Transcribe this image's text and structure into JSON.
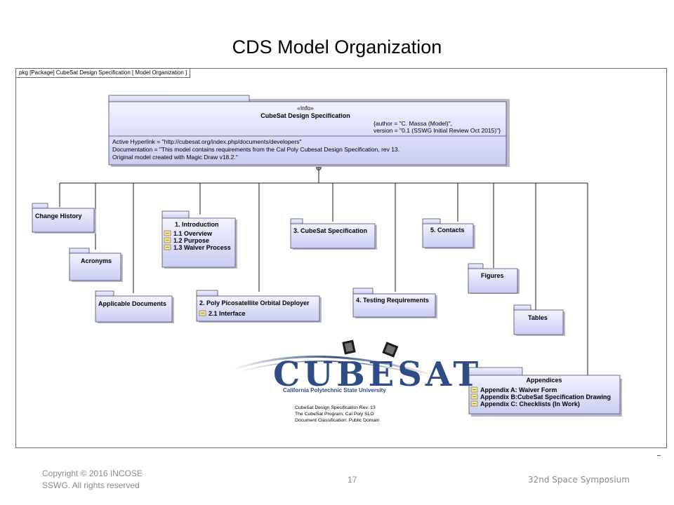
{
  "slide": {
    "title": "CDS Model Organization"
  },
  "frame": {
    "label": "pkg [Package] CubeSat Design Specification [ Model Organization ]"
  },
  "info_package": {
    "stereotype": "«Info»",
    "name": "CubeSat Design Specification",
    "tag_author": "{author = \"C. Massa (Model)\",",
    "tag_version": "version = \"0.1 (SSWG Initial Review Oct 2015)\"}",
    "line1": "Active Hyperlink = \"http://cubesat.org/index.php/documents/developers\"",
    "line2": "Documentation = \"This model contains requirements from the Cal Poly Cubesat Design Specification, rev 13.",
    "line3": "Original model created with Magic Draw v18.2.\""
  },
  "packages": {
    "change_history": {
      "name": "Change History"
    },
    "acronyms": {
      "name": "Acronyms"
    },
    "applicable_documents": {
      "name": "Applicable Documents"
    },
    "introduction": {
      "name": "1. Introduction",
      "items": [
        "1.1 Overview",
        "1.2 Purpose",
        "1.3 Waiver Process"
      ]
    },
    "deployer": {
      "name": "2. Poly Picosatellite Orbital Deployer",
      "items": [
        "2.1 Interface"
      ]
    },
    "cubesat_spec": {
      "name": "3. CubeSat Specification"
    },
    "testing": {
      "name": "4. Testing Requirements"
    },
    "contacts": {
      "name": "5. Contacts"
    },
    "figures": {
      "name": "Figures"
    },
    "tables": {
      "name": "Tables"
    },
    "appendices": {
      "name": "Appendices",
      "items": [
        "Appendix A: Waiver Form",
        "Appendix B:CubeSat Specification Drawing",
        "Appendix C: Checklists (In Work)"
      ]
    }
  },
  "logo": {
    "wordmark": "CUBESAT",
    "subtitle": "California Polytechnic State University",
    "info1": "CubeSat Design Specification Rev. 13",
    "info2": "The CubeSat Program, Cal Poly SLO",
    "info3": "Document Classification: Public Domain"
  },
  "footer": {
    "copyright_line1": "Copyright © 2016 INCOSE",
    "copyright_line2": "SSWG. All rights reserved",
    "page": "17",
    "event": "32nd Space Symposium"
  },
  "colors": {
    "package_fill_top": "#f2f2ff",
    "package_fill_bottom": "#c9cdf2",
    "logo_blue": "#2e4d86"
  }
}
